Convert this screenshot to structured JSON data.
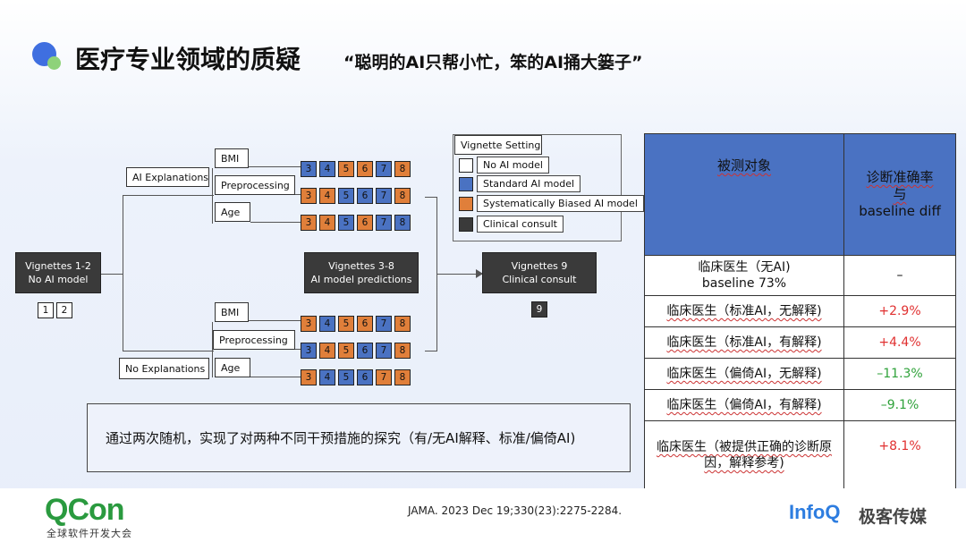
{
  "header": {
    "title": "医疗专业领域的质疑",
    "subtitle": "“聪明的AI只帮小忙，笨的AI捅大篓子”"
  },
  "diagram": {
    "start": {
      "line1": "Vignettes 1-2",
      "line2": "No AI model",
      "nums": [
        "1",
        "2"
      ]
    },
    "middle": {
      "line1": "Vignettes 3-8",
      "line2": "AI model predictions"
    },
    "end": {
      "line1": "Vignettes 9",
      "line2": "Clinical consult",
      "nums": [
        "9"
      ]
    },
    "ai_explanations": "AI Explanations",
    "no_explanations": "No Explanations",
    "top_arms": [
      {
        "label": "BMI",
        "nums": [
          "3",
          "4",
          "5",
          "6",
          "7",
          "8"
        ],
        "colors": [
          "b",
          "b",
          "o",
          "o",
          "b",
          "o"
        ]
      },
      {
        "label": "Preprocessing",
        "nums": [
          "3",
          "4",
          "5",
          "6",
          "7",
          "8"
        ],
        "colors": [
          "o",
          "o",
          "b",
          "b",
          "b",
          "o"
        ]
      },
      {
        "label": "Age",
        "nums": [
          "3",
          "4",
          "5",
          "6",
          "7",
          "8"
        ],
        "colors": [
          "o",
          "o",
          "b",
          "o",
          "b",
          "b"
        ]
      }
    ],
    "bottom_arms": [
      {
        "label": "BMI",
        "nums": [
          "3",
          "4",
          "5",
          "6",
          "7",
          "8"
        ],
        "colors": [
          "o",
          "b",
          "o",
          "o",
          "b",
          "o"
        ]
      },
      {
        "label": "Preprocessing",
        "nums": [
          "3",
          "4",
          "5",
          "6",
          "7",
          "8"
        ],
        "colors": [
          "b",
          "o",
          "o",
          "b",
          "b",
          "o"
        ]
      },
      {
        "label": "Age",
        "nums": [
          "3",
          "4",
          "5",
          "6",
          "7",
          "8"
        ],
        "colors": [
          "o",
          "b",
          "b",
          "b",
          "o",
          "o"
        ]
      }
    ],
    "legend": {
      "title": "Vignette Setting",
      "items": [
        {
          "label": "No AI model",
          "color": "#ffffff"
        },
        {
          "label": "Standard AI model",
          "color": "#4a72c2"
        },
        {
          "label": "Systematically Biased AI model",
          "color": "#e07f3a"
        },
        {
          "label": "Clinical consult",
          "color": "#3a3a3a"
        }
      ]
    }
  },
  "table": {
    "col1_header": "被测对象",
    "col2_header_lines": [
      "诊断准确率",
      "与",
      "baseline diff"
    ],
    "rows": [
      {
        "subject_lines": [
          "临床医生（无AI)",
          "baseline 73%"
        ],
        "diff": "–",
        "tone": "none"
      },
      {
        "subject_lines": [
          "临床医生（标准AI，无解释)"
        ],
        "diff": "+2.9%",
        "tone": "pos"
      },
      {
        "subject_lines": [
          "临床医生（标准AI，有解释)"
        ],
        "diff": "+4.4%",
        "tone": "pos"
      },
      {
        "subject_lines": [
          "临床医生（偏倚AI，无解释)"
        ],
        "diff": "–11.3%",
        "tone": "neg"
      },
      {
        "subject_lines": [
          "临床医生（偏倚AI，有解释)"
        ],
        "diff": "–9.1%",
        "tone": "neg"
      },
      {
        "subject_lines": [
          "临床医生（被提供正确的诊断原",
          "因，解释参考)"
        ],
        "diff": "+8.1%",
        "tone": "pos"
      }
    ]
  },
  "note": "通过两次随机，实现了对两种不同干预措施的探究（有/无AI解释、标准/偏倚AI)",
  "footer": {
    "qcon": "QCon",
    "qcon_sub": "全球软件开发大会",
    "citation": "JAMA. 2023 Dec 19;330(23):2275-2284.",
    "infoq": "InfoQ",
    "jike": "极客传媒"
  },
  "colors": {
    "blue": "#4a72c2",
    "orange": "#e07f3a",
    "dark": "#3a3a3a",
    "positive": "#e03030",
    "negative": "#2fa23a"
  }
}
